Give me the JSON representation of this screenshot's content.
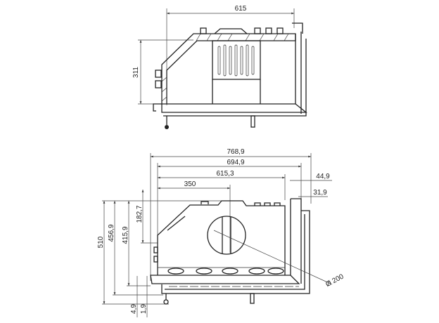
{
  "top_view": {
    "width_dim": "615",
    "depth_dim": "311"
  },
  "front_view": {
    "overall_width": "768,9",
    "frame_width": "694,9",
    "body_width": "615,3",
    "flue_offset": "350",
    "right_offset_1": "44,9",
    "right_offset_2": "31,9",
    "overall_height": "510",
    "frame_height": "456,9",
    "body_height": "415,9",
    "flue_height": "182,7",
    "base_offset_1": "4,9",
    "base_offset_2": "1,9",
    "flue_diameter": "Ø 200"
  }
}
